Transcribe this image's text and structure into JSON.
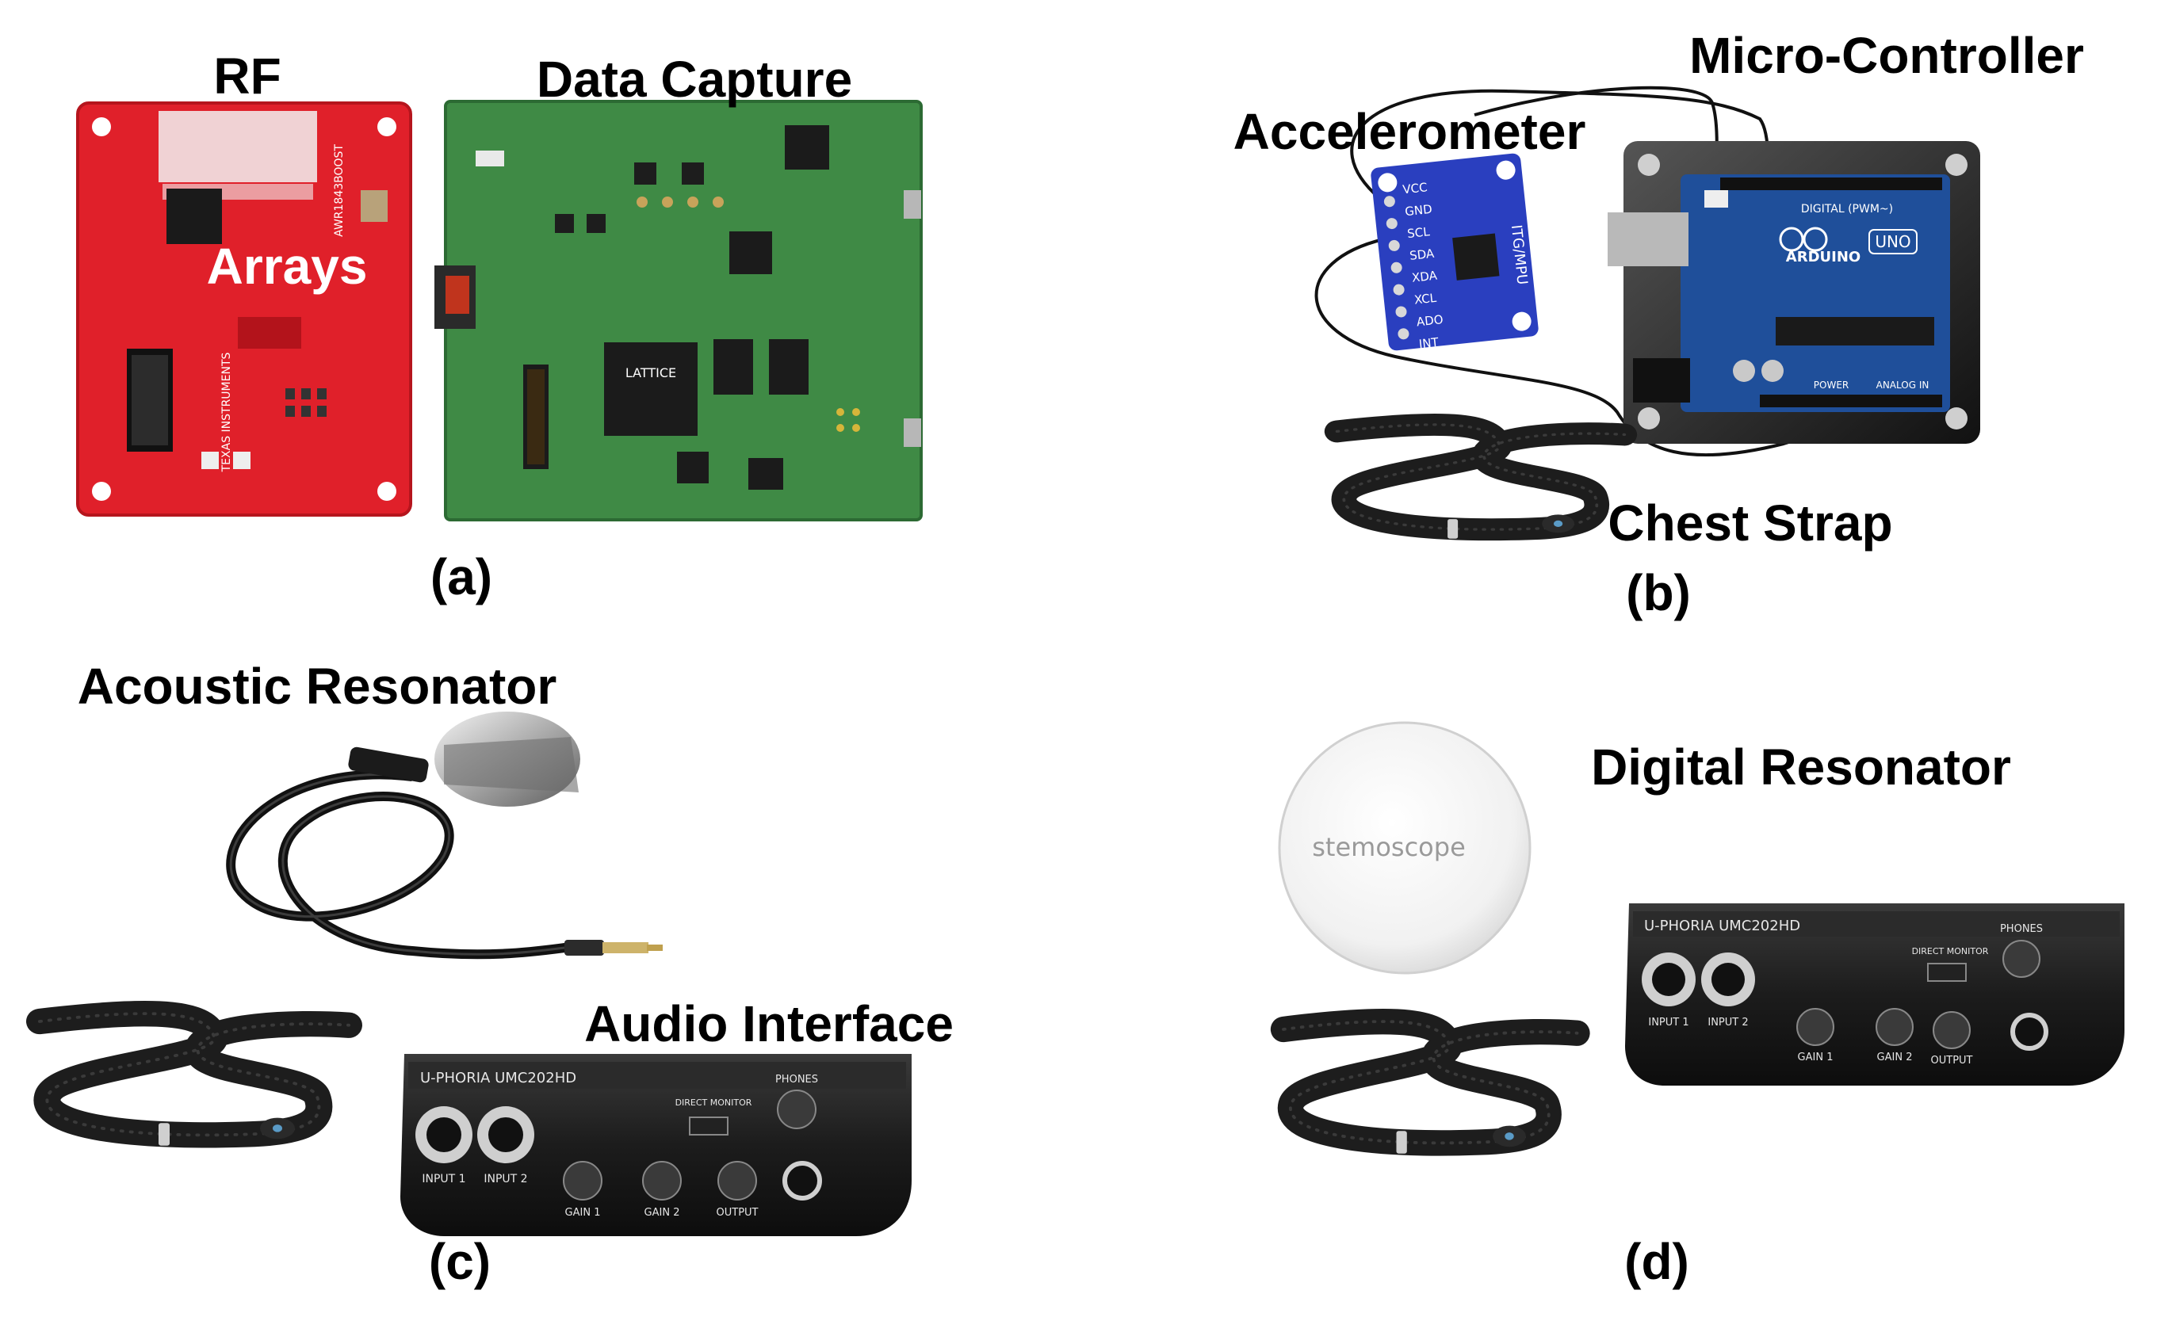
{
  "panels": {
    "a": {
      "caption": "(a)",
      "label_rf": "RF",
      "label_data_capture": "Data Capture",
      "label_arrays": "Arrays",
      "board_text": "AWR1843BOOST",
      "ti_text": "TEXAS INSTRUMENTS",
      "chip_text": "LATTICE"
    },
    "b": {
      "caption": "(b)",
      "label_micro_controller": "Micro-Controller",
      "label_accelerometer": "Accelerometer",
      "label_chest_strap": "Chest Strap",
      "pin_labels": [
        "VCC",
        "GND",
        "SCL",
        "SDA",
        "XDA",
        "XCL",
        "ADO",
        "INT"
      ],
      "imu_text": "ITG/MPU",
      "arduino_text": "ARDUINO",
      "uno_text": "UNO",
      "digital_text": "DIGITAL (PWM~)",
      "power_text": "POWER",
      "analog_text": "ANALOG IN"
    },
    "c": {
      "caption": "(c)",
      "label_acoustic_resonator": "Acoustic Resonator",
      "label_audio_interface": "Audio Interface",
      "device_name": "U-PHORIA UMC202HD",
      "input1": "INPUT 1",
      "input2": "INPUT 2",
      "gain1": "GAIN 1",
      "gain2": "GAIN 2",
      "output": "OUTPUT",
      "phones": "PHONES",
      "direct_monitor": "DIRECT MONITOR"
    },
    "d": {
      "caption": "(d)",
      "label_digital_resonator": "Digital Resonator",
      "brand": "stemoscope",
      "device_name": "U-PHORIA UMC202HD",
      "input1": "INPUT 1",
      "input2": "INPUT 2",
      "gain1": "GAIN 1",
      "gain2": "GAIN 2",
      "output": "OUTPUT",
      "phones": "PHONES",
      "direct_monitor": "DIRECT MONITOR"
    }
  },
  "colors": {
    "rf_board": "#e0202a",
    "capture_board": "#3f8a45",
    "imu_board": "#2a3fbf",
    "arduino_board": "#1f4f9a",
    "interface_body": "#1c1c1c",
    "strap": "#222222"
  }
}
